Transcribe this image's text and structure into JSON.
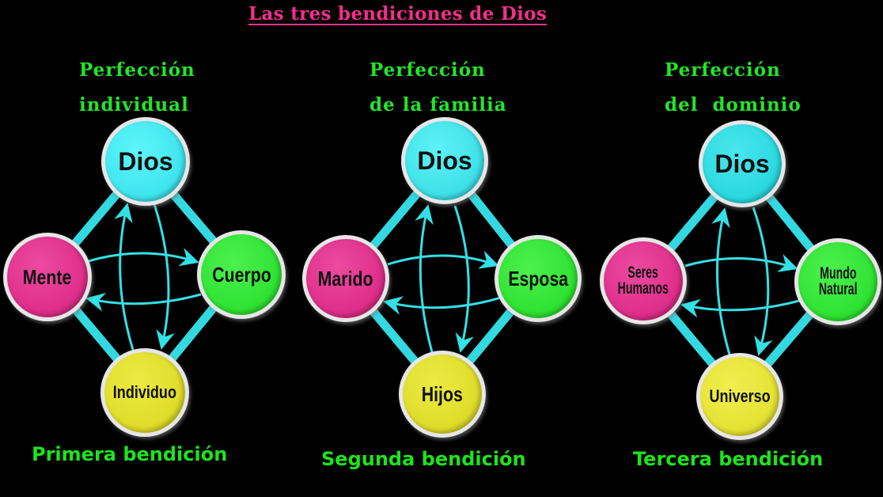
{
  "title": "Las tres bendiciones de Dios",
  "colors": {
    "title": "#f0308a",
    "heading": "#22e62a",
    "line": "#33e0e6",
    "top_node": "#3ee6ee",
    "left_node": "#e0288a",
    "right_node": "#28e42c",
    "bottom_node": "#e0dd22"
  },
  "panels": [
    {
      "heading_line1": "Perfección",
      "heading_line2": "individual",
      "footer": "Primera bendición",
      "nodes": {
        "top": "Dios",
        "left": "Mente",
        "right": "Cuerpo",
        "bottom": "Individuo"
      }
    },
    {
      "heading_line1": "Perfección",
      "heading_line2": "de la familia",
      "footer": "Segunda bendición",
      "nodes": {
        "top": "Dios",
        "left": "Marido",
        "right": "Esposa",
        "bottom": "Hijos"
      }
    },
    {
      "heading_line1": "Perfección",
      "heading_line2": "del  dominio",
      "footer": "Tercera bendición",
      "nodes": {
        "top": "Dios",
        "left_line1": "Seres",
        "left_line2": "Humanos",
        "right_line1": "Mundo",
        "right_line2": "Natural",
        "bottom": "Universo"
      }
    }
  ]
}
